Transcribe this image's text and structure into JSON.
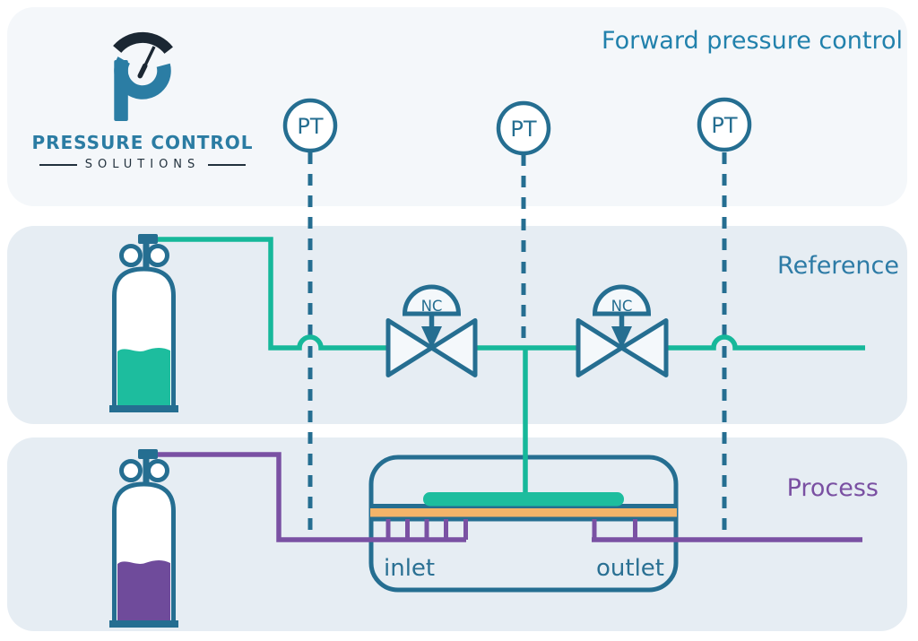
{
  "brand": {
    "line1": "PRESSURE CONTROL",
    "line2": "SOLUTIONS"
  },
  "title": "Forward pressure control",
  "sections": {
    "reference": "Reference",
    "process": "Process"
  },
  "diagram": {
    "pt": "PT",
    "nc": "NC",
    "inlet": "inlet",
    "outlet": "outlet"
  },
  "colors": {
    "outline_teal": "#256e91",
    "label_teal": "#2181ac",
    "chamber_text_teal": "#2a7093",
    "line_green": "#16b89a",
    "fill_green": "#1dbd9e",
    "line_purple": "#7a51a3",
    "fill_purple": "#6f4b9b",
    "chuck_orange": "#f2b469",
    "band_light": "#f4f7fa",
    "band_blue": "#e6edf3",
    "logo_blue": "#2b7da4",
    "logo_navy": "#1b2733"
  }
}
